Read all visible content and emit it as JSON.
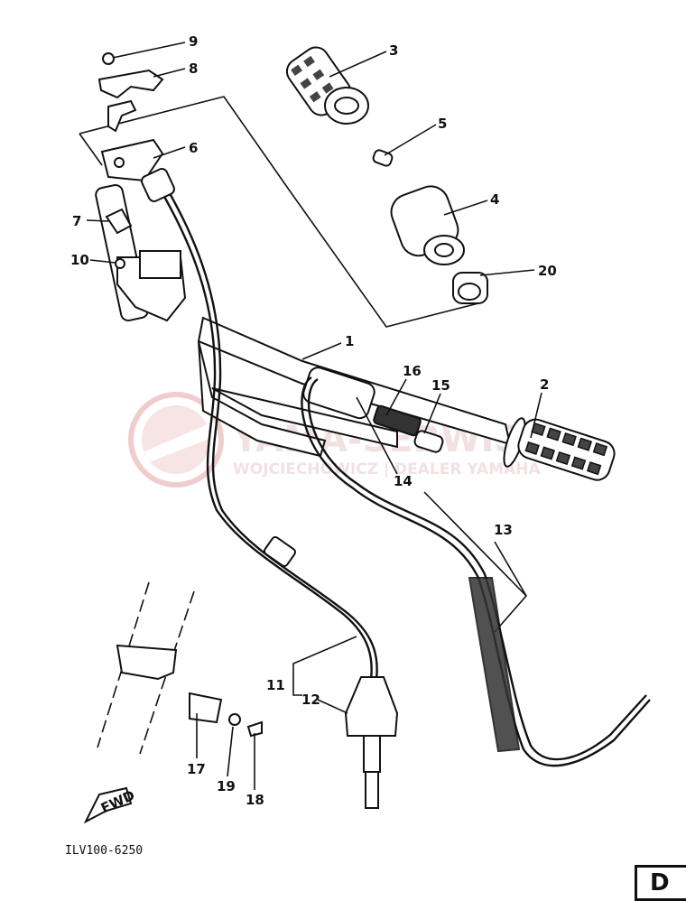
{
  "watermark": {
    "line1": "YAMA-SERWIS",
    "line2": "WOJCIECHOWICZ | DEALER YAMAHA",
    "color": "#e8c9c9"
  },
  "diagram_code": "ILV100-6250",
  "fwd_label": "FWD",
  "corner_letter": "D",
  "part_numbers": {
    "p1": "1",
    "p2": "2",
    "p3": "3",
    "p4": "4",
    "p5": "5",
    "p6": "6",
    "p7": "7",
    "p8": "8",
    "p9": "9",
    "p10": "10",
    "p11": "11",
    "p12": "12",
    "p13": "13",
    "p14": "14",
    "p15": "15",
    "p16": "16",
    "p17": "17",
    "p18": "18",
    "p19": "19",
    "p20": "20"
  }
}
